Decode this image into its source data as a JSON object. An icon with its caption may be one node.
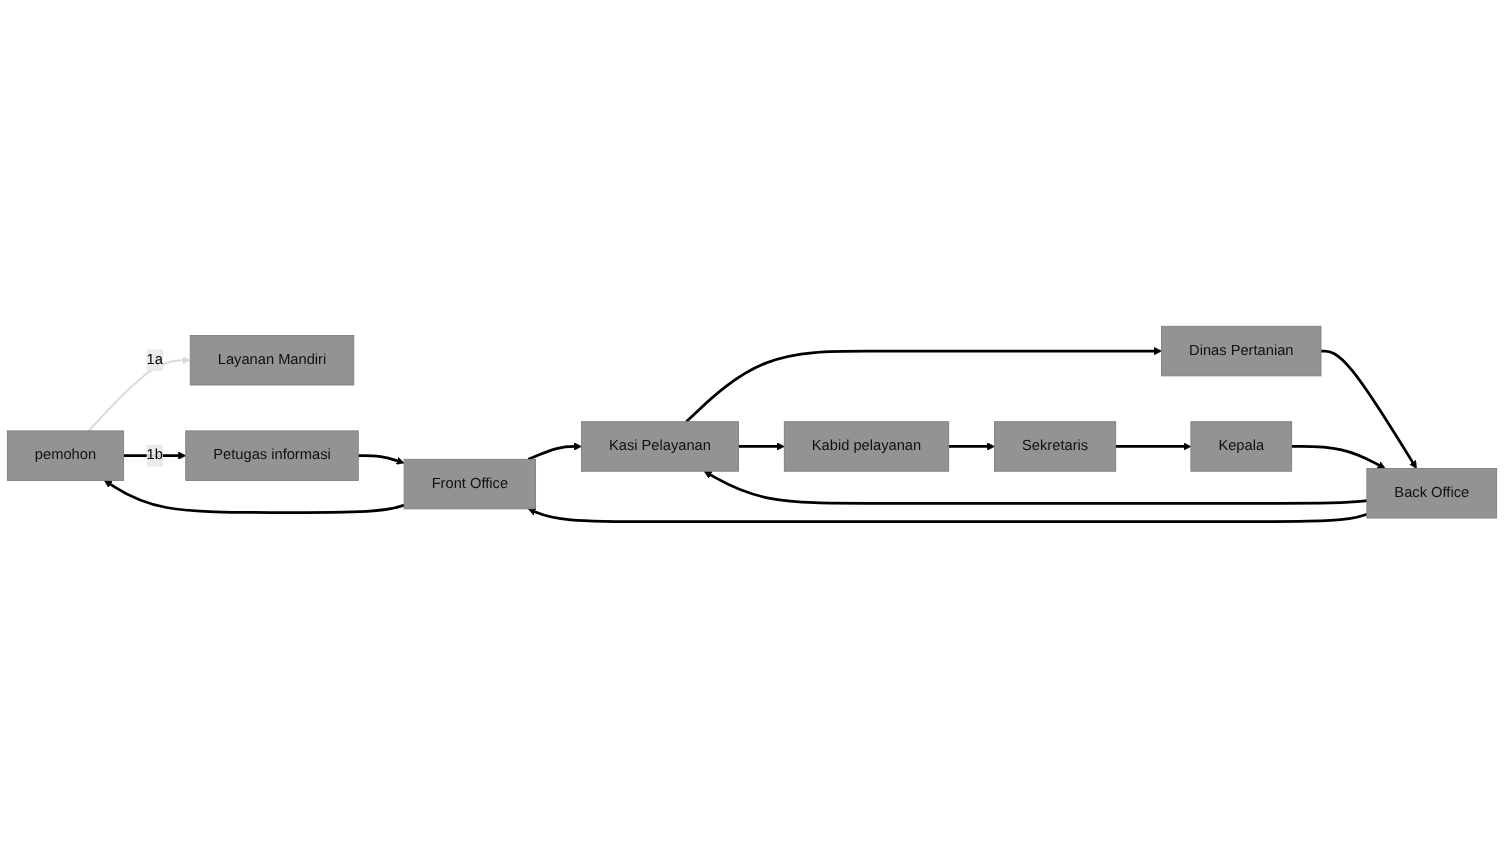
{
  "diagram": {
    "nodes": [
      {
        "text": [
          "pemohon"
        ]
      },
      {
        "text": [
          "Layanan Mandiri"
        ]
      },
      {
        "text": [
          "Petugas informasi"
        ]
      },
      {
        "text": [
          "Front Office"
        ]
      },
      {
        "text": [
          "Kasi Pelayanan"
        ]
      },
      {
        "text": [
          "Dinas Pertanian"
        ]
      },
      {
        "text": [
          "Kepala"
        ]
      },
      {
        "text": [
          "Sekretaris"
        ]
      },
      {
        "text": [
          "Kabid pelayanan"
        ]
      },
      {
        "text": [
          "Back Office"
        ]
      }
    ],
    "edges": [
      {
        "from": 0,
        "to": 1,
        "arrow": "to",
        "label": "1a",
        "color": "#d9d9d9"
      },
      {
        "from": 0,
        "to": 2,
        "arrow": "to",
        "label": "1b"
      },
      {
        "from": 2,
        "to": 3,
        "arrow": "to"
      },
      {
        "from": 3,
        "to": 4,
        "arrow": "to"
      },
      {
        "from": 4,
        "to": 5,
        "arrow": "to"
      },
      {
        "from": 3,
        "to": 0,
        "arrow": "to"
      },
      {
        "from": 5,
        "to": 9,
        "arrow": "to"
      },
      {
        "from": 4,
        "to": 8,
        "arrow": "to"
      },
      {
        "from": 9,
        "to": 4,
        "arrow": "to"
      },
      {
        "from": 9,
        "to": 3,
        "arrow": "to"
      },
      {
        "from": 8,
        "to": 7,
        "arrow": "to"
      },
      {
        "from": 7,
        "to": 6,
        "arrow": "to"
      },
      {
        "from": 6,
        "to": 9,
        "arrow": "to"
      }
    ]
  }
}
